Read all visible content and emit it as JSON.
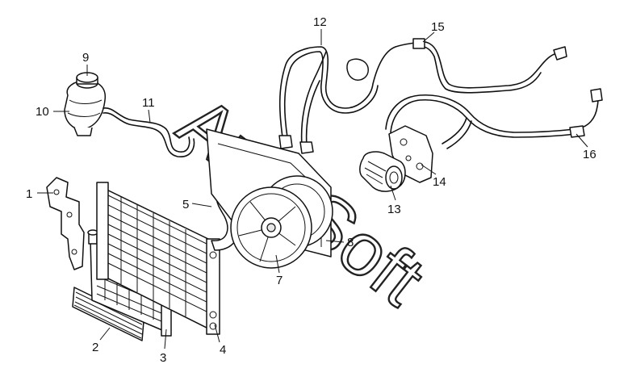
{
  "watermark": {
    "text": "AutoSoft"
  },
  "callouts": [
    {
      "id": "1",
      "label": "1"
    },
    {
      "id": "2",
      "label": "2"
    },
    {
      "id": "3",
      "label": "3"
    },
    {
      "id": "4",
      "label": "4"
    },
    {
      "id": "5",
      "label": "5"
    },
    {
      "id": "7",
      "label": "7"
    },
    {
      "id": "8",
      "label": "8"
    },
    {
      "id": "9",
      "label": "9"
    },
    {
      "id": "10",
      "label": "10"
    },
    {
      "id": "11",
      "label": "11"
    },
    {
      "id": "12",
      "label": "12"
    },
    {
      "id": "13",
      "label": "13"
    },
    {
      "id": "14",
      "label": "14"
    },
    {
      "id": "15",
      "label": "15"
    },
    {
      "id": "16",
      "label": "16"
    }
  ],
  "colors": {
    "line": "#111111",
    "background": "#ffffff"
  }
}
